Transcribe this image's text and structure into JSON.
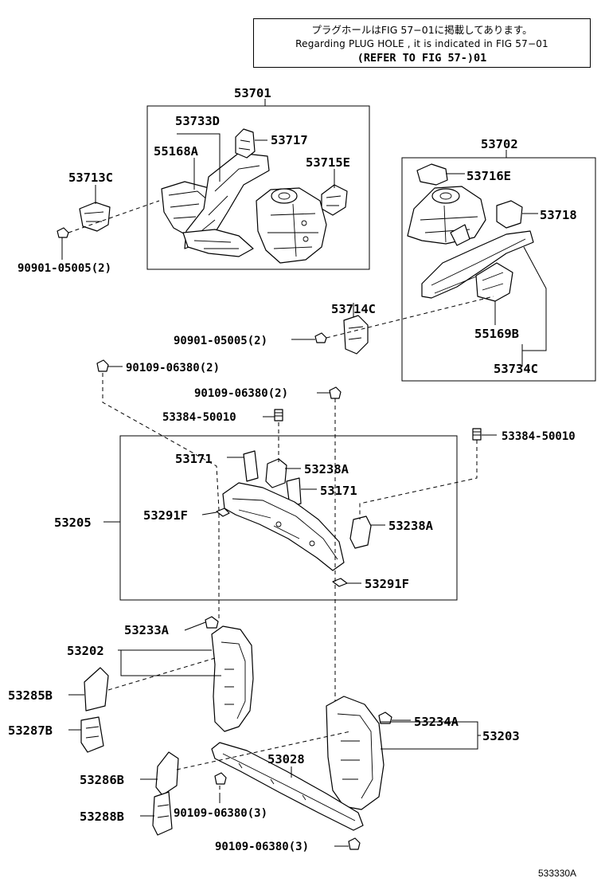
{
  "note": {
    "jp": "プラグホールはFIG 57−01に掲載してあります。",
    "en": "Regarding  PLUG  HOLE , it is indicated in FIG  57−01",
    "ref": "(REFER TO FIG 57-)01"
  },
  "labels": {
    "p53701": "53701",
    "p53733D": "53733D",
    "p53717": "53717",
    "p55168A": "55168A",
    "p53715E": "53715E",
    "p53713C": "53713C",
    "p90901_05005_a": "90901-05005(2)",
    "p53702": "53702",
    "p53716E": "53716E",
    "p53718": "53718",
    "p53714C": "53714C",
    "p90901_05005_b": "90901-05005(2)",
    "p55169B": "55169B",
    "p53734C": "53734C",
    "p90109_06380_a": "90109-06380(2)",
    "p90109_06380_b": "90109-06380(2)",
    "p53384_50010_a": "53384-50010",
    "p53384_50010_b": "53384-50010",
    "p53171_a": "53171",
    "p53238A_a": "53238A",
    "p53171_b": "53171",
    "p53291F_a": "53291F",
    "p53205": "53205",
    "p53238A_b": "53238A",
    "p53291F_b": "53291F",
    "p53233A": "53233A",
    "p53202": "53202",
    "p53285B": "53285B",
    "p53287B": "53287B",
    "p53234A": "53234A",
    "p53203": "53203",
    "p53028": "53028",
    "p53286B": "53286B",
    "p90109_06380_c": "90109-06380(3)",
    "p53288B": "53288B",
    "p90109_06380_d": "90109-06380(3)"
  },
  "figure_id": "533330A"
}
